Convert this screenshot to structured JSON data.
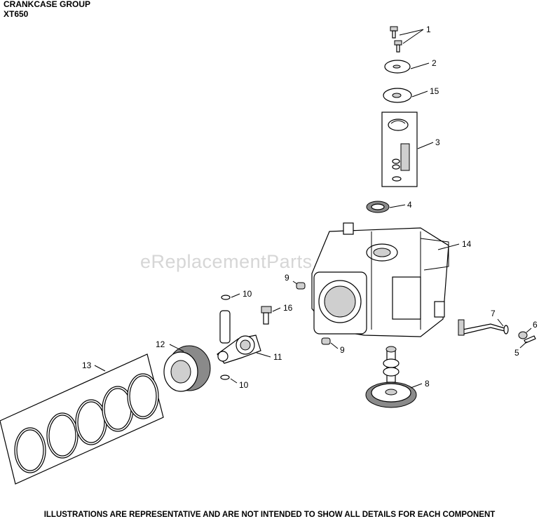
{
  "header": {
    "title": "CRANKCASE GROUP",
    "subtitle": "XT650"
  },
  "watermark": "eReplacementParts.com",
  "footer": "ILLUSTRATIONS ARE REPRESENTATIVE AND ARE NOT INTENDED TO SHOW ALL DETAILS FOR EACH COMPONENT",
  "callouts": [
    "1",
    "2",
    "15",
    "3",
    "4",
    "14",
    "9",
    "10",
    "16",
    "12",
    "13",
    "11",
    "10",
    "9",
    "7",
    "6",
    "5",
    "8"
  ]
}
